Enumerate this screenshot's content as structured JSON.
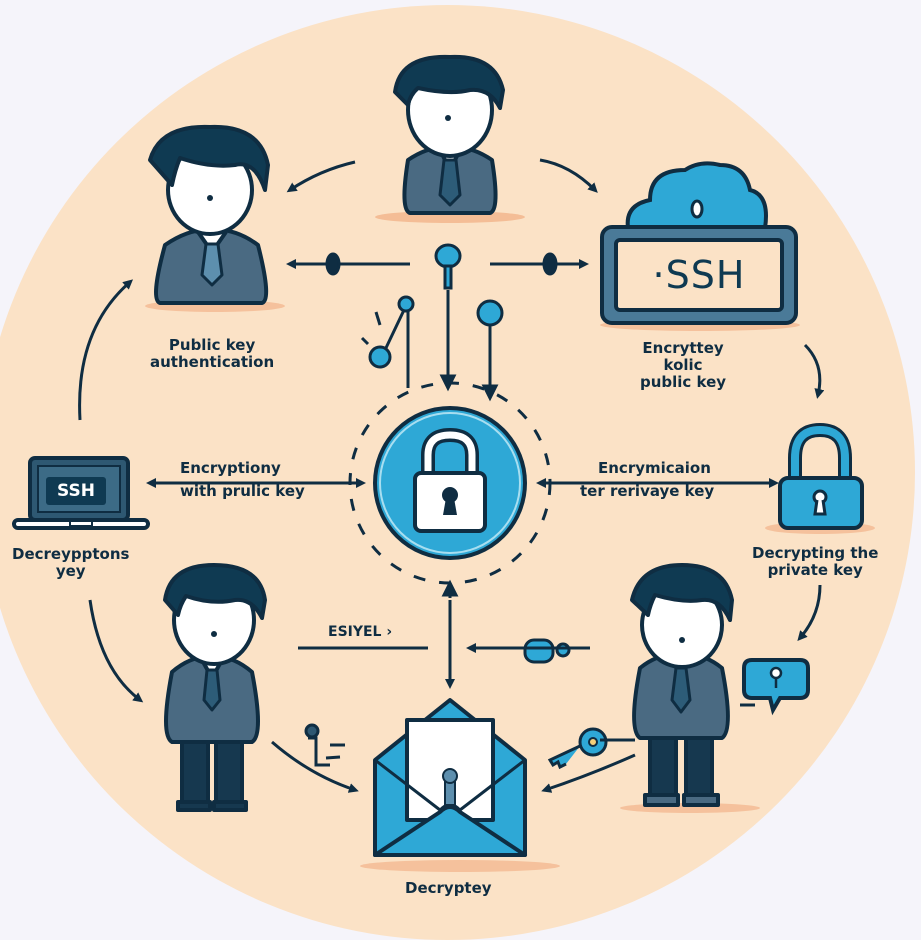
{
  "diagram": {
    "title_implied": "SSH public key authentication cycle",
    "colors": {
      "background": "#f5f4fa",
      "circle_fill": "#fbe2c6",
      "outline": "#0f2d42",
      "accent_blue": "#2ea8d6",
      "shirt": "#4a6a82",
      "pants": "#16384f"
    },
    "labels": {
      "public_key_auth": "Public key\nauthentication",
      "public_key_auth_line1": "Public key",
      "public_key_auth_line2": "authentication",
      "encrypt_public_right_line1": "Encryttey",
      "encrypt_public_right_line2": "kolic",
      "encrypt_public_right_line3": "public key",
      "encrypt_with_public_line1": "Encryptiony",
      "encrypt_with_public_line2": "with prulic key",
      "encrypt_private_line1": "Encrymicaion",
      "encrypt_private_line2": "ter rerivaye key",
      "decrypting_private_line1": "Decrypting the",
      "decrypting_private_line2": "private key",
      "decryption_key_line1": "Decreypptons",
      "decryption_key_line2": "yey",
      "esiyel": "ESIYEL ›",
      "decryptey": "Decryptey"
    },
    "ssh_server_label": "·SSH",
    "ssh_laptop_label": "SSH",
    "icons": [
      "person-top-icon",
      "person-left-icon",
      "person-bottom-left-icon",
      "person-bottom-right-icon",
      "cloud-icon",
      "ssh-server-icon",
      "laptop-icon",
      "central-padlock-icon",
      "padlock-right-icon",
      "envelope-icon",
      "key-icon",
      "speech-bubble-key-icon"
    ]
  }
}
